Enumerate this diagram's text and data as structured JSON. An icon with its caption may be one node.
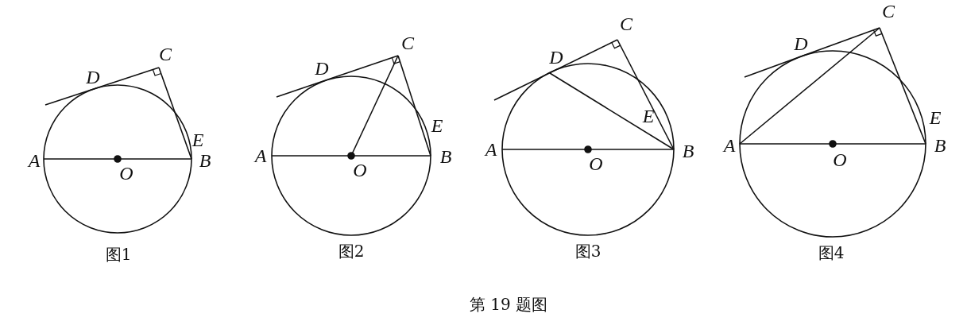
{
  "diagram": {
    "caption": "第 19 题图",
    "labels": [
      "C",
      "D",
      "E",
      "A",
      "B",
      "O",
      "图1",
      "C",
      "D",
      "E",
      "A",
      "B",
      "O",
      "图2",
      "C",
      "D",
      "E",
      "A",
      "B",
      "O",
      "图3",
      "C",
      "D",
      "E",
      "A",
      "B",
      "O",
      "图4"
    ]
  }
}
